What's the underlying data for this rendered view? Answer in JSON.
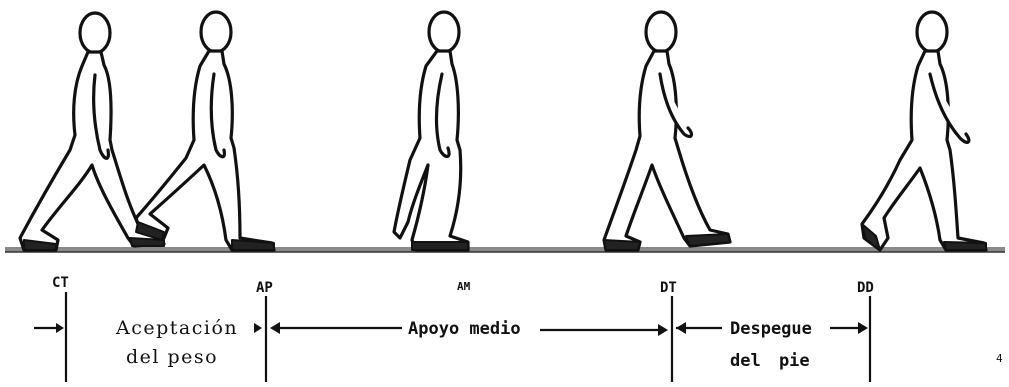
{
  "event_codes": {
    "ct": "CT",
    "ap": "AP",
    "am": "AM",
    "dt": "DT",
    "dd": "DD"
  },
  "phases": {
    "acceptance_line1": "Aceptación",
    "acceptance_line2": "del peso",
    "midstance": "Apoyo medio",
    "pushoff_line1": "Despegue",
    "pushoff_line2": "del pie"
  },
  "page_number": "4"
}
